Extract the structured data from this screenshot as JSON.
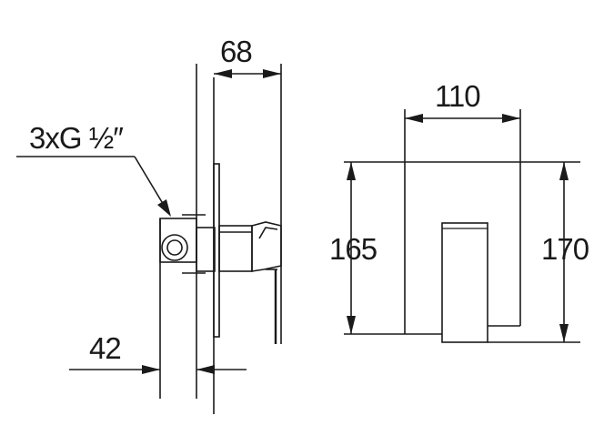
{
  "dimensions": {
    "body_depth": "68",
    "connections": "3xG ½″",
    "wall_depth": "42",
    "plate_width": "110",
    "plate_height": "165",
    "overall_height": "170"
  }
}
